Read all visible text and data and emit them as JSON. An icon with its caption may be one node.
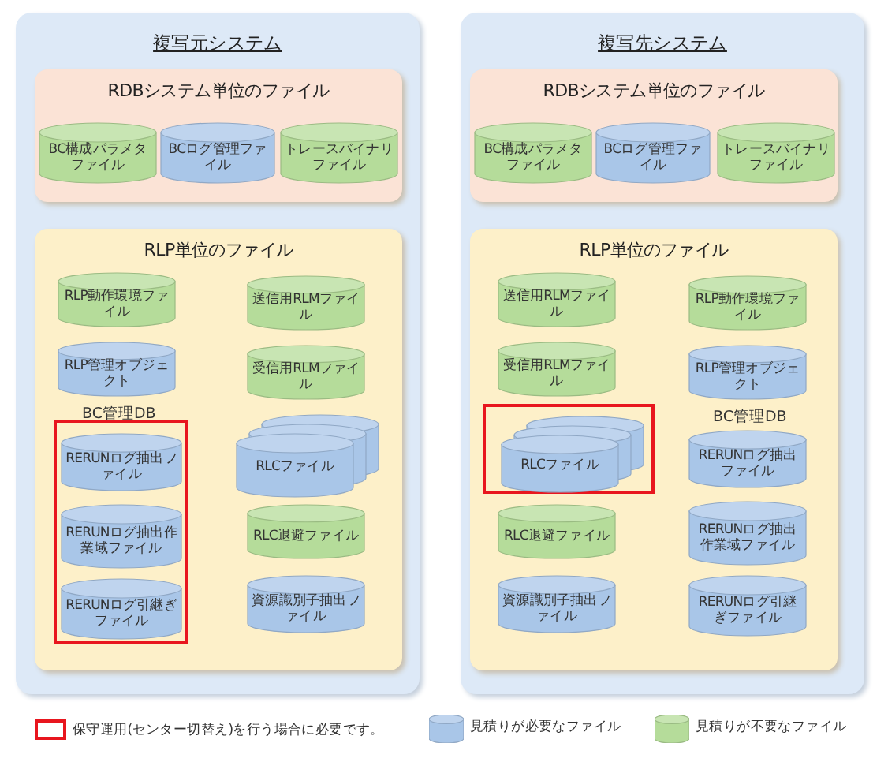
{
  "diagram": {
    "nodes": [
      {
        "text": [
          "複写元システム"
        ]
      },
      {
        "text": [
          "RDBシステム単位のファイル"
        ],
        "in": 0
      },
      {
        "text": [
          "BC構成パラメタファイル"
        ],
        "in": 1
      },
      {
        "text": [
          "BCログ管理ファイル"
        ],
        "in": 1
      },
      {
        "text": [
          "トレースバイナリファイル"
        ],
        "in": 1
      },
      {
        "text": [
          "RLP単位のファイル"
        ],
        "in": 0
      },
      {
        "text": [
          "RLP動作環境ファイル"
        ],
        "in": 5
      },
      {
        "text": [
          "送信用RLMファイル"
        ],
        "in": 5
      },
      {
        "text": [
          "RLP管理オブジェクト"
        ],
        "in": 5,
        "beside": [
          "BC管理DB"
        ]
      },
      {
        "text": [
          "受信用RLMファイル"
        ],
        "in": 5
      },
      {
        "text": [],
        "shape": "box",
        "in": 5
      },
      {
        "text": [
          "RERUNログ抽出ファイル"
        ],
        "in": 10
      },
      {
        "text": [
          "RLCファイル"
        ],
        "in": 5
      },
      {
        "text": [
          "RERUNログ抽出作業域ファイル"
        ],
        "in": 10
      },
      {
        "text": [
          "RLC退避ファイル"
        ],
        "in": 5
      },
      {
        "text": [
          "RERUNログ引継ぎファイル"
        ],
        "in": 10
      },
      {
        "text": [
          "資源識別子抽出ファイル"
        ],
        "in": 5
      },
      {
        "text": [
          "複写先システム"
        ]
      },
      {
        "text": [
          "RDBシステム単位のファイル"
        ],
        "in": 17
      },
      {
        "text": [
          "BC構成パラメタファイル"
        ],
        "in": 18
      },
      {
        "text": [
          "BCログ管理ファイル"
        ],
        "in": 18
      },
      {
        "text": [
          "トレースバイナリファイル"
        ],
        "in": 18
      },
      {
        "text": [
          "RLP単位のファイル"
        ],
        "in": 17
      },
      {
        "text": [
          "送信用RLMファイル"
        ],
        "in": 22
      },
      {
        "text": [
          "RLP動作環境ファイル"
        ],
        "in": 22
      },
      {
        "text": [
          "受信用RLMファイル"
        ],
        "in": 22
      },
      {
        "text": [
          "RLP管理オブジェクト"
        ],
        "in": 22,
        "beside": [
          "BC管理DB"
        ]
      },
      {
        "text": [],
        "shape": "box",
        "in": 22
      },
      {
        "text": [
          "RLCファイル"
        ],
        "in": 27
      },
      {
        "text": [
          "RERUNログ抽出ファイル"
        ],
        "in": 22
      },
      {
        "text": [
          "RLC退避ファイル"
        ],
        "in": 22
      },
      {
        "text": [
          "RERUNログ抽出作業域ファイル"
        ],
        "in": 22
      },
      {
        "text": [
          "資源識別子抽出ファイル"
        ],
        "in": 22
      },
      {
        "text": [
          "RERUNログ引継ぎファイル"
        ],
        "in": 22
      }
    ],
    "legend": [
      {
        "text": "保守運用(センター切替え)を行う場合に必要です。"
      },
      {
        "text": "見積りが必要なファイル",
        "color": "#a9c6e8"
      },
      {
        "text": "見積りが不要なファイル",
        "color": "#b5dc9a"
      }
    ]
  }
}
